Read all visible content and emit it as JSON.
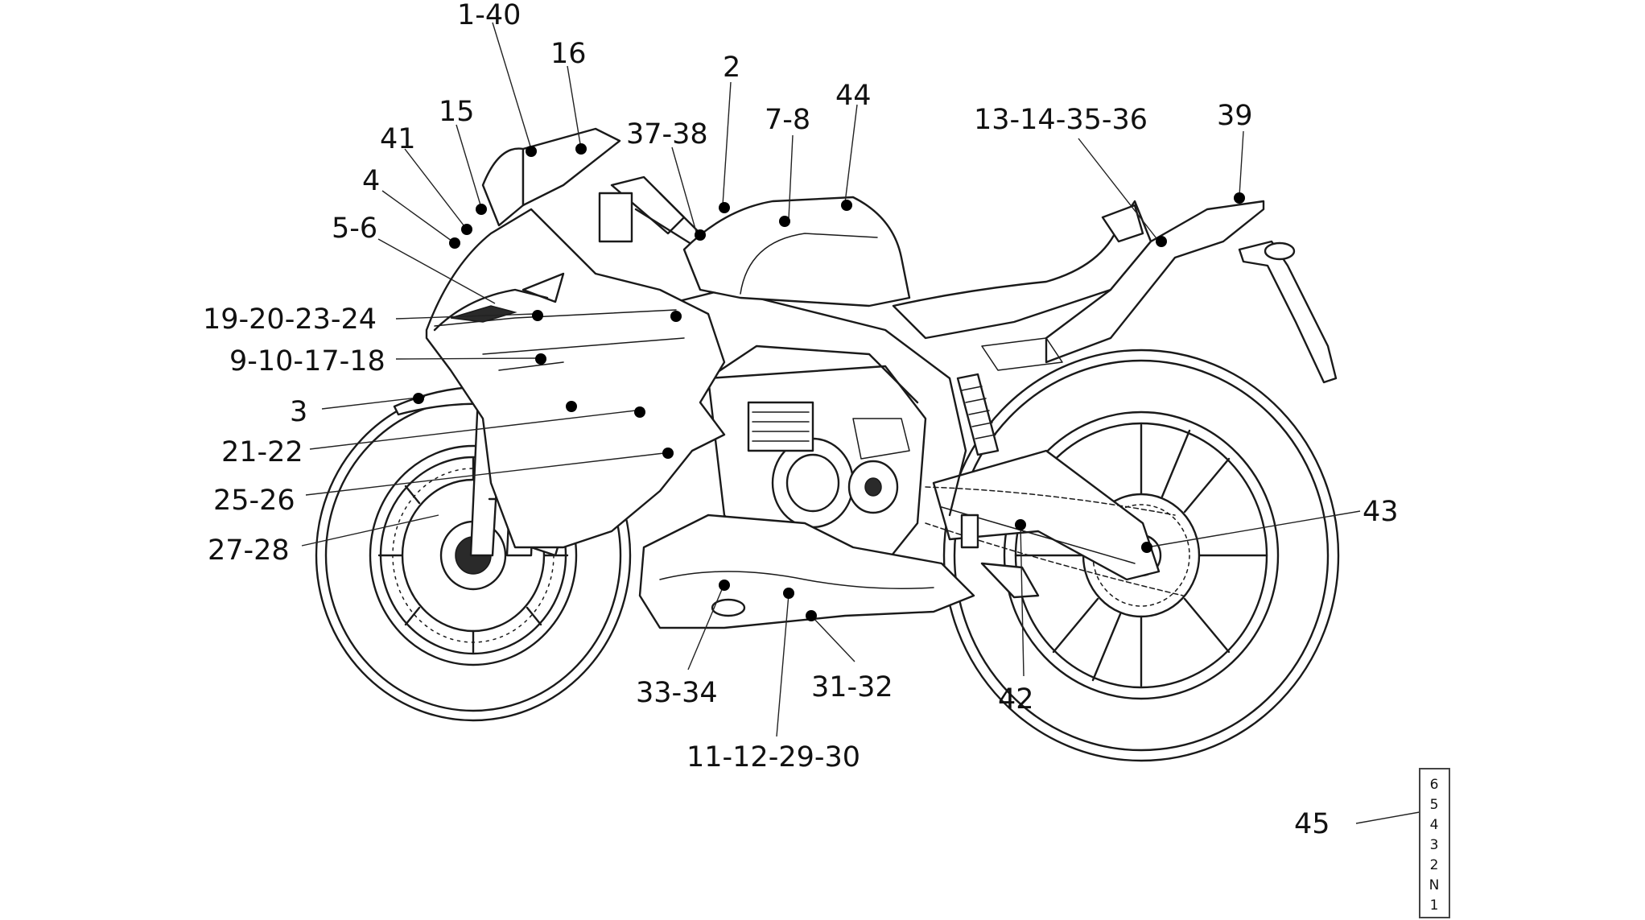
{
  "diagram": {
    "callouts": [
      {
        "id": "c1",
        "label": "1-40"
      },
      {
        "id": "c2",
        "label": "16"
      },
      {
        "id": "c3",
        "label": "15"
      },
      {
        "id": "c4",
        "label": "41"
      },
      {
        "id": "c5",
        "label": "4"
      },
      {
        "id": "c6",
        "label": "5-6"
      },
      {
        "id": "c7",
        "label": "19-20-23-24"
      },
      {
        "id": "c8",
        "label": "9-10-17-18"
      },
      {
        "id": "c9",
        "label": "3"
      },
      {
        "id": "c10",
        "label": "21-22"
      },
      {
        "id": "c11",
        "label": "25-26"
      },
      {
        "id": "c12",
        "label": "27-28"
      },
      {
        "id": "c13",
        "label": "37-38"
      },
      {
        "id": "c14",
        "label": "2"
      },
      {
        "id": "c15",
        "label": "7-8"
      },
      {
        "id": "c16",
        "label": "44"
      },
      {
        "id": "c17",
        "label": "13-14-35-36"
      },
      {
        "id": "c18",
        "label": "39"
      },
      {
        "id": "c19",
        "label": "43"
      },
      {
        "id": "c20",
        "label": "42"
      },
      {
        "id": "c21",
        "label": "31-32"
      },
      {
        "id": "c22",
        "label": "33-34"
      },
      {
        "id": "c23",
        "label": "11-12-29-30"
      },
      {
        "id": "c24",
        "label": "45"
      }
    ],
    "gear_indicator": [
      "6",
      "5",
      "4",
      "3",
      "2",
      "N",
      "1"
    ]
  }
}
